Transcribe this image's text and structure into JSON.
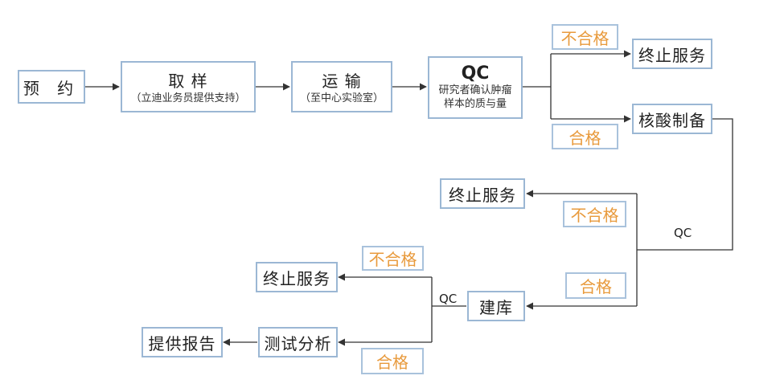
{
  "steps": {
    "appointment": "预 约",
    "sampling": "取 样",
    "sampling_note": "（立迪业务员提供支持）",
    "transport": "运 输",
    "transport_note": "（至中心实验室）",
    "qc1_title": "QC",
    "qc1_line1": "研究者确认肿瘤",
    "qc1_line2": "样本的质与量",
    "terminate_1": "终止服务",
    "nucleic_prep": "核酸制备",
    "terminate_2": "终止服务",
    "library": "建库",
    "terminate_3": "终止服务",
    "test_analysis": "测试分析",
    "report": "提供报告"
  },
  "tags": {
    "fail_1": "不合格",
    "pass_1": "合格",
    "fail_2": "不合格",
    "pass_2": "合格",
    "fail_3": "不合格",
    "pass_3": "合格"
  },
  "qc_labels": {
    "qc2": "QC",
    "qc3": "QC"
  },
  "colors": {
    "box_border": "#9bb7d4",
    "tag_text": "#e89a3c",
    "arrow": "#333333"
  }
}
